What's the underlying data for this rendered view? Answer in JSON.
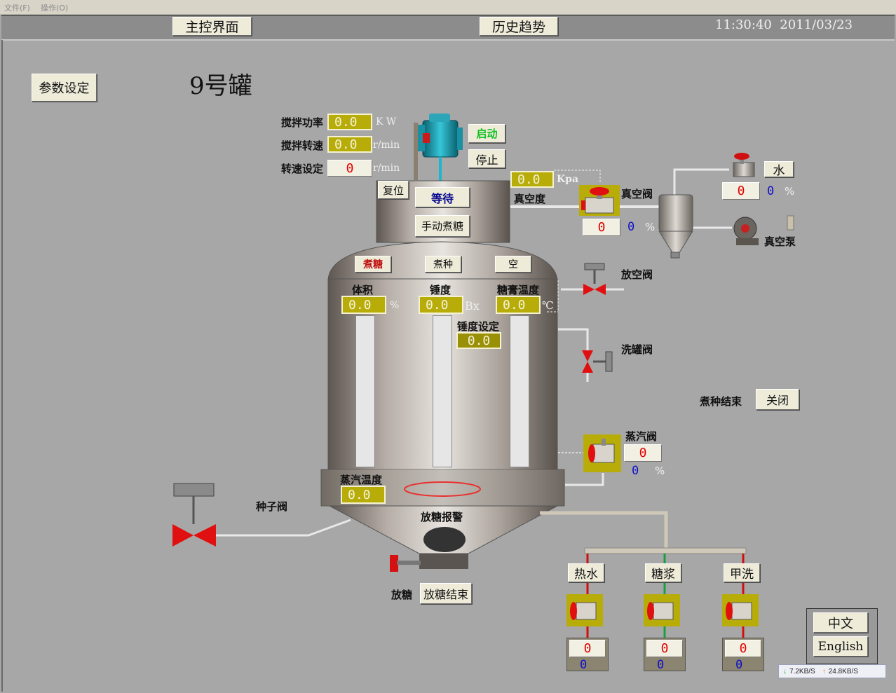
{
  "menu": {
    "file": "文件(F)",
    "ops": "操作(O)"
  },
  "header": {
    "main_btn": "主控界面",
    "history_btn": "历史趋势",
    "time": "11:30:40",
    "date": "2011/03/23"
  },
  "left": {
    "params_btn": "参数设定",
    "tank_title": "9号罐"
  },
  "stirrer": {
    "power_label": "搅拌功率",
    "power_value": "0.0",
    "power_unit": "K W",
    "speed_label": "搅拌转速",
    "speed_value": "0.0",
    "speed_unit": "r/min",
    "set_label": "转速设定",
    "set_value": "0",
    "set_unit": "r/min",
    "start_btn": "启动",
    "stop_btn": "停止"
  },
  "tank": {
    "reset_btn": "复位",
    "status_btn": "等待",
    "manual_btn": "手动煮糖",
    "mode_boil": "煮糖",
    "mode_seed": "煮种",
    "mode_empty": "空",
    "volume_label": "体积",
    "volume_value": "0.0",
    "volume_unit": "%",
    "brix_label": "锤度",
    "brix_value": "0.0",
    "brix_unit": "Bx",
    "temp_label": "糖膏温度",
    "temp_value": "0.0",
    "temp_unit": "℃",
    "brix_set_label": "锤度设定",
    "brix_set_value": "0.0",
    "steam_temp_label": "蒸汽温度",
    "steam_temp_value": "0.0",
    "discharge_alarm": "放糖报警",
    "discharge_label": "放糖",
    "discharge_end_btn": "放糖结束"
  },
  "vacuum": {
    "value": "0.0",
    "unit": "Kpa",
    "label": "真空度",
    "valve_label": "真空阀",
    "valve_value": "0",
    "valve_pct": "0",
    "pct_sign": "%"
  },
  "water": {
    "btn": "水",
    "value": "0",
    "pct": "0",
    "pct_sign": "%"
  },
  "pump": {
    "label": "真空泵"
  },
  "vent": {
    "label": "放空阀"
  },
  "wash": {
    "label": "洗罐阀"
  },
  "seed_end": {
    "label": "煮种结束",
    "btn": "关闭"
  },
  "steam": {
    "label": "蒸汽阀",
    "value": "0",
    "pct": "0",
    "pct_sign": "%"
  },
  "seed_valve": {
    "label": "种子阀"
  },
  "lines": [
    {
      "btn": "热水",
      "value": "0",
      "pct": "0"
    },
    {
      "btn": "糖浆",
      "value": "0",
      "pct": "0"
    },
    {
      "btn": "甲洗",
      "value": "0",
      "pct": "0"
    }
  ],
  "lang": {
    "zh": "中文",
    "en": "English"
  },
  "net": {
    "down": "7.2KB/S",
    "up": "24.8KB/S"
  },
  "colors": {
    "background": "#a7a7a7",
    "value_box": "#b8ad08",
    "valve_red": "#e01010",
    "pct_blue": "#1010c8"
  }
}
